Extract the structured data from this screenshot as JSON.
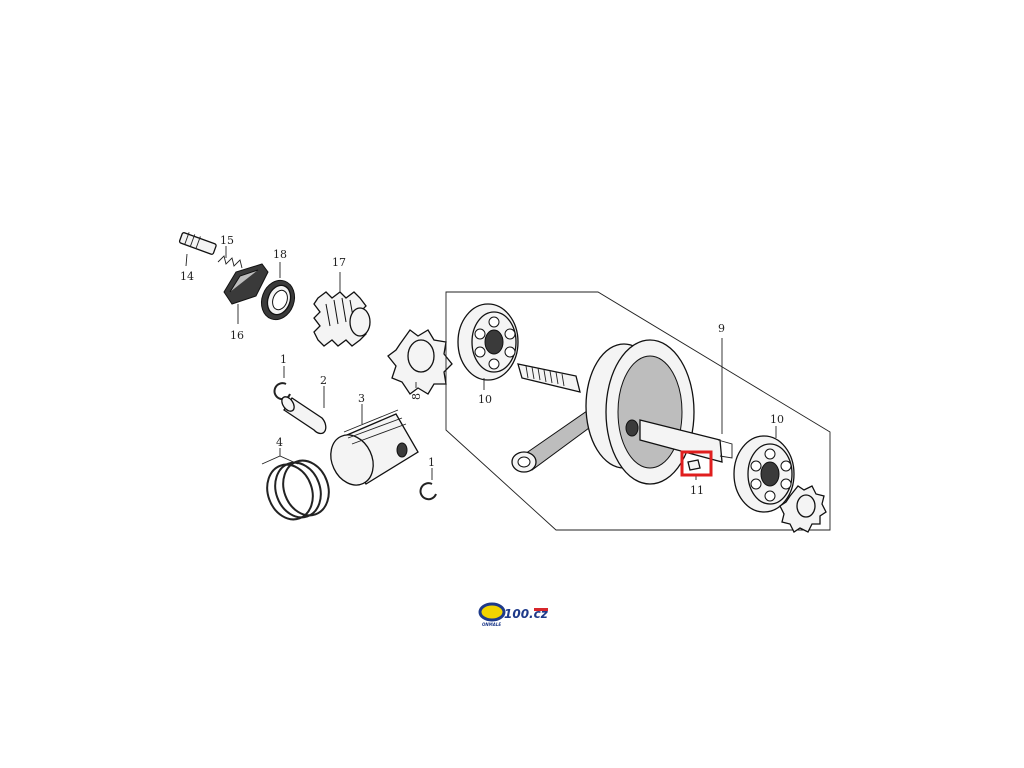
{
  "callouts": {
    "p1a": "1",
    "p1b": "1",
    "p2": "2",
    "p3": "3",
    "p4": "4",
    "p8": "8",
    "p9": "9",
    "p10a": "10",
    "p10b": "10",
    "p11": "11",
    "p14": "14",
    "p15": "15",
    "p16": "16",
    "p17": "17",
    "p18": "18"
  },
  "highlight": {
    "part": "11",
    "color": "#e01e1e"
  },
  "logo": {
    "text": "100.cz",
    "subtext": "ONMALE",
    "colors": [
      "#f2d400",
      "#1e3a8a",
      "#d7262b"
    ]
  }
}
